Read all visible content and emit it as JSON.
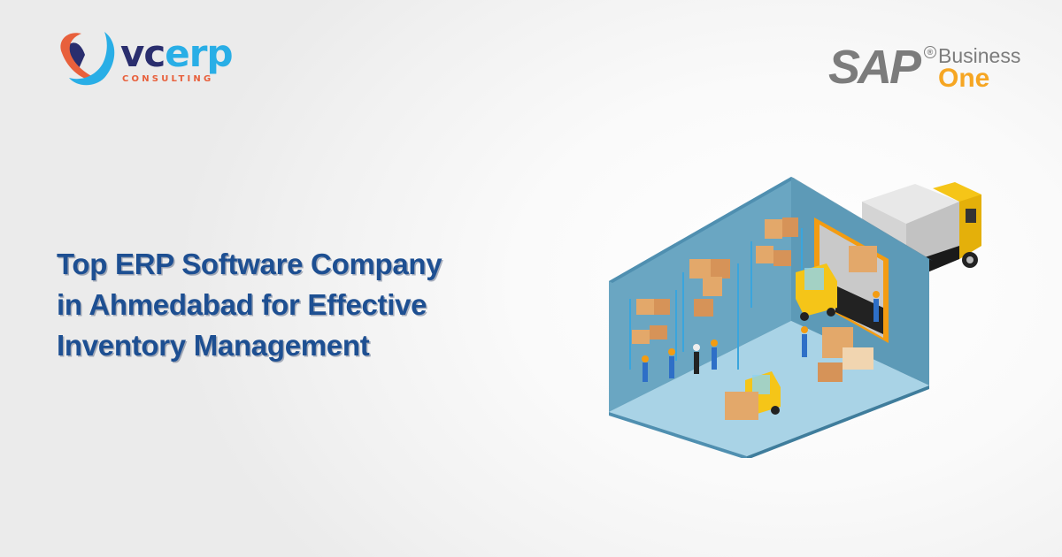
{
  "brand_left": {
    "name_part1": "vc",
    "name_part2": "erp",
    "tagline": "CONSULTING",
    "colors": {
      "navy": "#2a2e6e",
      "blue": "#29aee6",
      "orange": "#e8603c"
    }
  },
  "brand_right": {
    "sap": "SAP",
    "registered": "®",
    "business": "Business",
    "one": "One",
    "colors": {
      "gray": "#7c7c7c",
      "orange": "#f6a623"
    }
  },
  "headline": {
    "lines": [
      "Top ERP Software Company",
      "in Ahmedabad for Effective",
      "Inventory Management"
    ],
    "color": "#1d4f92"
  },
  "illustration": {
    "subject": "isometric-warehouse",
    "elements": [
      "walls",
      "shelves-with-boxes",
      "forklifts",
      "workers",
      "delivery-truck",
      "loading-dock",
      "pallets"
    ]
  }
}
